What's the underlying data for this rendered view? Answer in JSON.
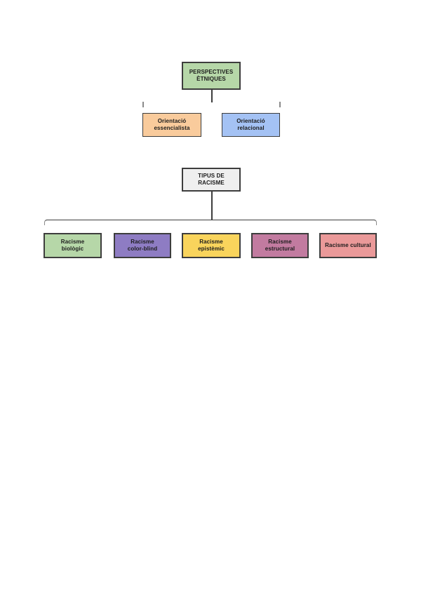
{
  "page": {
    "background": "#ffffff",
    "border_color": "#3d3d3d",
    "connector_color": "#3d3d3d"
  },
  "diagram": {
    "tree1": {
      "root": {
        "line1": "PERSPECTIVES",
        "line2": "ÈTNIQUES",
        "fill": "#b6d7a8"
      },
      "children": [
        {
          "line1": "Orientació",
          "line2": "essencialista",
          "fill": "#f9cb9c"
        },
        {
          "line1": "Orientació",
          "line2": "relacional",
          "fill": "#a4c2f4"
        }
      ]
    },
    "tree2": {
      "root": {
        "line1": "TIPUS DE",
        "line2": "RACISME",
        "fill": "#efefef"
      },
      "children": [
        {
          "line1": "Racisme",
          "line2": "biològic",
          "fill": "#b6d7a8"
        },
        {
          "line1": "Racisme",
          "line2": "color-blind",
          "fill": "#8e7cc3"
        },
        {
          "line1": "Racisme",
          "line2": "epistèmic",
          "fill": "#f9d45c"
        },
        {
          "line1": "Racisme",
          "line2": "estructural",
          "fill": "#c27ba0"
        },
        {
          "line1": "Racisme cultural",
          "line2": "",
          "fill": "#ea9999"
        }
      ]
    }
  }
}
